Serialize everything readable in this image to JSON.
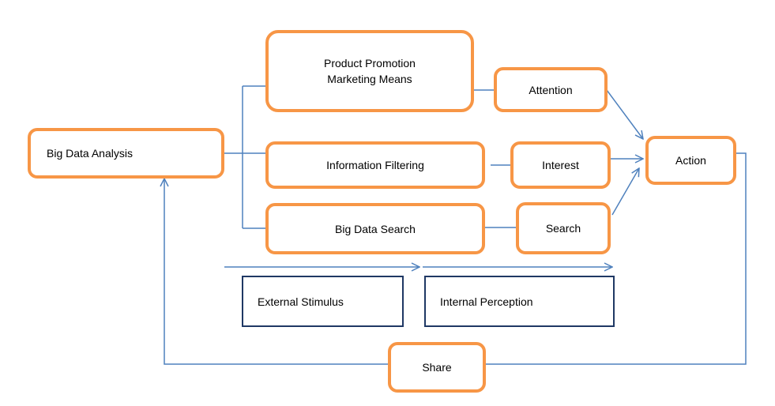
{
  "diagram": {
    "nodes": {
      "big_data_analysis": "Big Data Analysis",
      "product_promotion": "Product Promotion\nMarketing Means",
      "information_filtering": "Information Filtering",
      "big_data_search": "Big Data Search",
      "attention": "Attention",
      "interest": "Interest",
      "search": "Search",
      "action": "Action",
      "share": "Share",
      "external_stimulus": "External Stimulus",
      "internal_perception": "Internal Perception"
    },
    "colors": {
      "box_border": "#F79646",
      "label_box_border": "#1F3864",
      "connector": "#4F81BD"
    }
  }
}
